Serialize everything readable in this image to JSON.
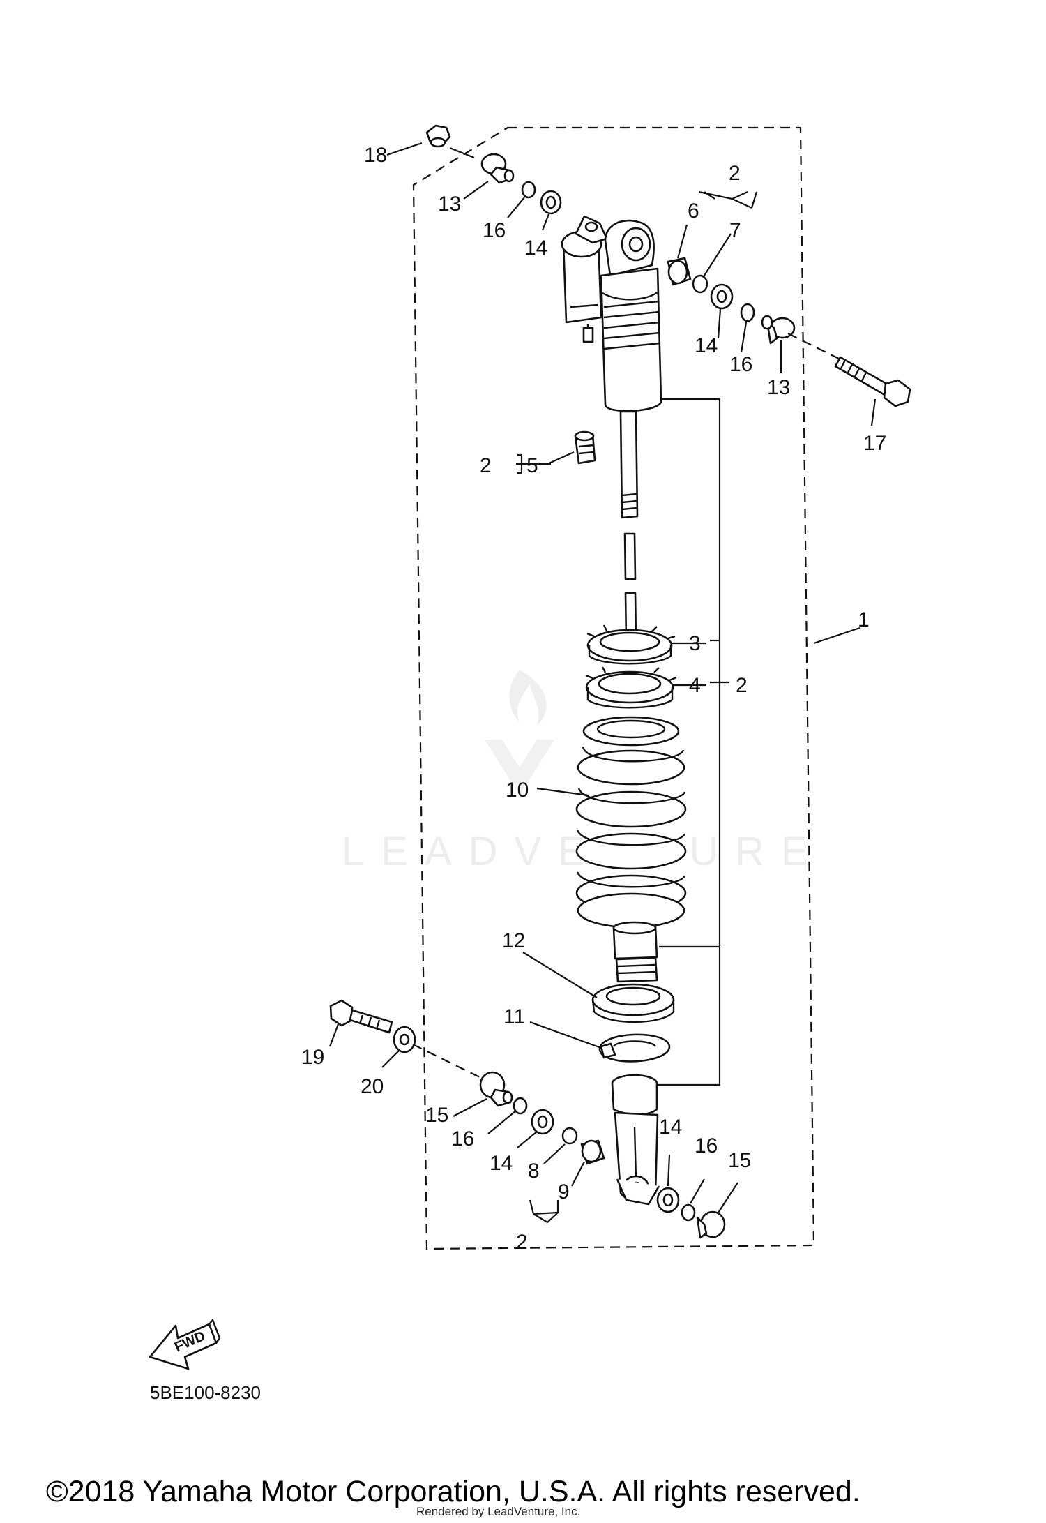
{
  "labels": {
    "n1": "1",
    "n2_top": "2",
    "n2_left": "2",
    "n2_right": "2",
    "n2_bottom": "2",
    "n3": "3",
    "n4": "4",
    "n5": "5",
    "n6": "6",
    "n7": "7",
    "n8": "8",
    "n9": "9",
    "n10": "10",
    "n11": "11",
    "n12": "12",
    "n13_top": "13",
    "n13_right": "13",
    "n14_top": "14",
    "n14_mid": "14",
    "n14_low_left": "14",
    "n14_low_right": "14",
    "n15_left": "15",
    "n15_right": "15",
    "n16_top": "16",
    "n16_mid": "16",
    "n16_low_left": "16",
    "n16_low_right": "16",
    "n17": "17",
    "n18": "18",
    "n19": "19",
    "n20": "20"
  },
  "fwd_label": "FWD",
  "diagram_code": "5BE100-8230",
  "watermark": "LEADVENTURE",
  "copyright": "©2018 Yamaha Motor Corporation, U.S.A. All rights reserved.",
  "rendered_by": "Rendered by LeadVenture, Inc."
}
